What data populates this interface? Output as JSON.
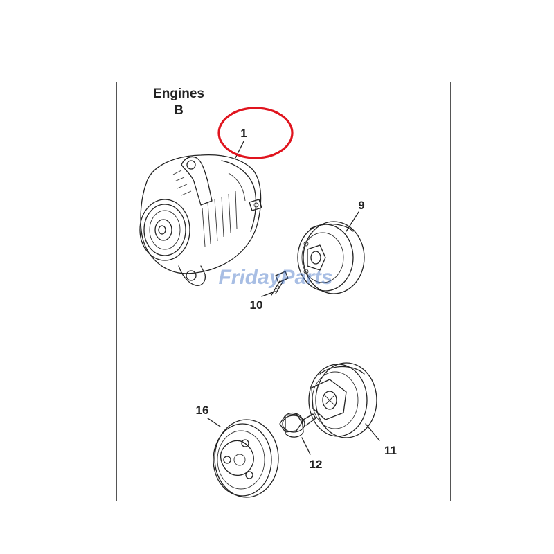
{
  "diagram": {
    "title_line1": "Engines",
    "title_line2": "B",
    "watermark": "FridayParts",
    "highlight_color": "#e0141e",
    "watermark_color": "#3f6fc4",
    "callouts": {
      "alternator": "1",
      "upper_pulley": "9",
      "bolt": "10",
      "lower_pulley": "11",
      "flange_bolt": "12",
      "crank_pulley": "16"
    }
  }
}
